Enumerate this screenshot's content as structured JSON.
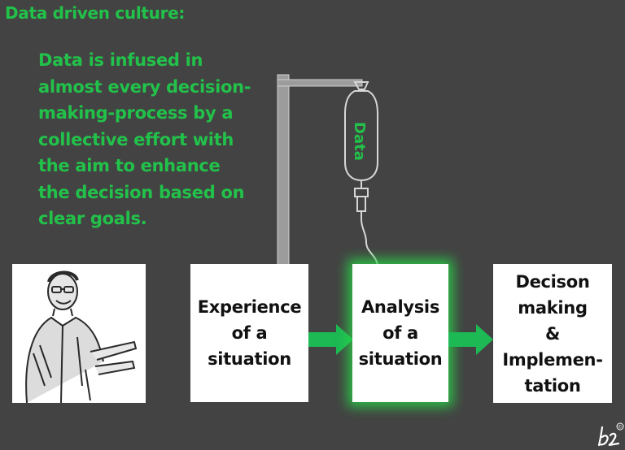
{
  "title": "Data driven culture:",
  "description_lines": [
    "Data is infused in",
    "almost every decision-",
    "making-process by a",
    "collective effort with",
    "the aim to enhance",
    "the decision based on",
    "clear goals."
  ],
  "drip_bag_label": "Data",
  "steps": [
    {
      "lines": [
        "Experience",
        "of a",
        "situation"
      ]
    },
    {
      "lines": [
        "Analysis",
        "of a",
        "situation"
      ]
    },
    {
      "lines": [
        "Decison",
        "making",
        "&",
        "Implemen-",
        "tation"
      ]
    }
  ],
  "signature": "b2",
  "copyright_symbol": "©",
  "colors": {
    "background": "#434343",
    "accent_green": "#22c24a",
    "arrow_green": "#1db954",
    "box": "#ffffff"
  }
}
